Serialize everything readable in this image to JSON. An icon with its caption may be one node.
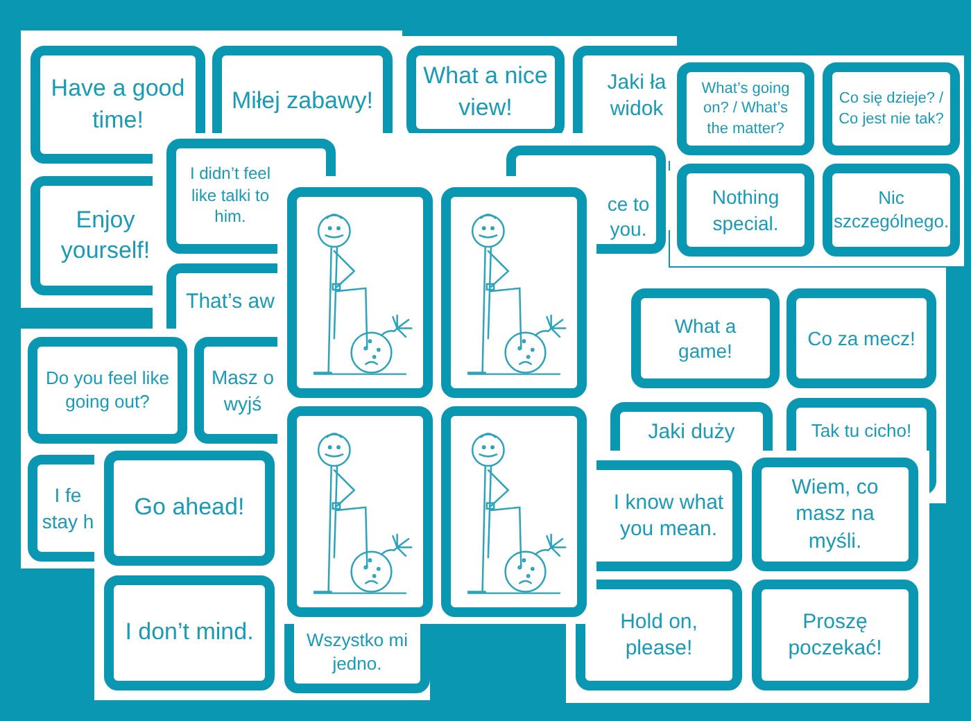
{
  "diagram": {
    "nodes": [
      {
        "text": [
          "Have a good time!"
        ]
      },
      {
        "text": [
          "Miłej zabawy!"
        ]
      },
      {
        "text": [
          "Enjoy yourself!"
        ]
      },
      {
        "text": [
          "What a nice view!"
        ]
      },
      {
        "text": [
          "Jaki ła widok"
        ]
      },
      {
        "text": [
          "What’s going on? / What’s the matter?"
        ]
      },
      {
        "text": [
          "Co się dzieje? / Co jest nie tak?"
        ]
      },
      {
        "text": [
          "Nothing special."
        ]
      },
      {
        "text": [
          "Nic szczególnego."
        ]
      },
      {
        "text": [
          "I didn’t feel like talki to him."
        ]
      },
      {
        "text": [
          "That’s aw"
        ]
      },
      {
        "text": [
          "ce to you."
        ]
      },
      {
        "text": [
          "Do you feel like going out?"
        ]
      },
      {
        "text": [
          "Masz o wyjś"
        ]
      },
      {
        "text": [
          "I fe stay h"
        ]
      },
      {
        "text": [
          "What a game!"
        ]
      },
      {
        "text": [
          "Co za mecz!"
        ]
      },
      {
        "text": [
          "Jaki duży"
        ]
      },
      {
        "text": [
          "Tak tu cicho!"
        ]
      },
      {
        "text": [
          "Go ahead!"
        ]
      },
      {
        "text": [
          "I don’t mind."
        ]
      },
      {
        "text": [
          "Wszystko mi jedno."
        ]
      },
      {
        "text": [
          "I know what you mean."
        ]
      },
      {
        "text": [
          "Wiem, co masz na myśli."
        ]
      },
      {
        "text": [
          "Hold on, please!"
        ]
      },
      {
        "text": [
          "Proszę poczekać!"
        ]
      },
      {
        "text": [],
        "shape": "picture"
      },
      {
        "text": [],
        "shape": "picture"
      },
      {
        "text": [],
        "shape": "picture"
      },
      {
        "text": [],
        "shape": "picture"
      }
    ]
  }
}
